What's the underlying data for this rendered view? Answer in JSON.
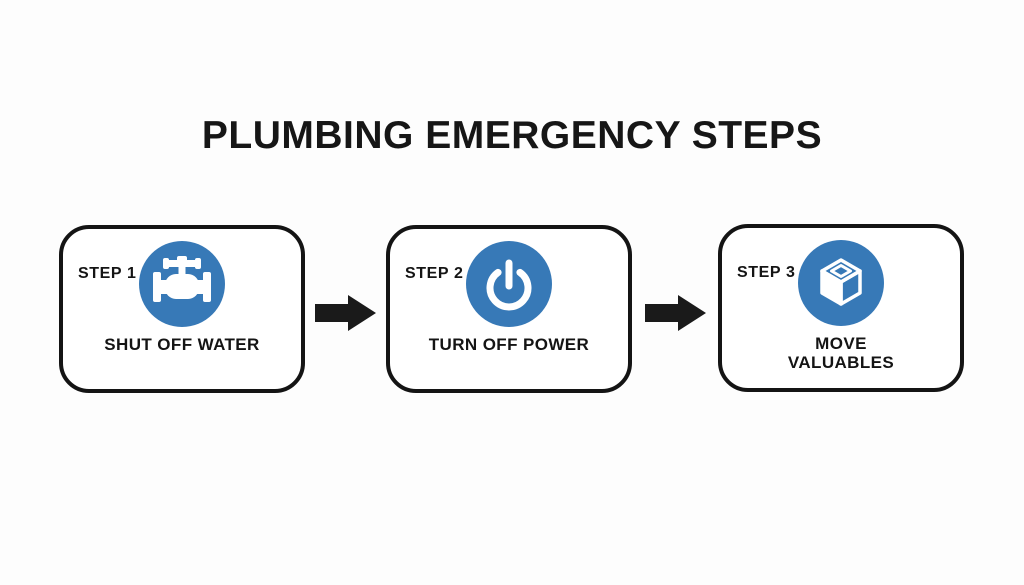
{
  "title": "PLUMBING EMERGENCY STEPS",
  "steps": [
    {
      "label": "STEP 1",
      "caption": "SHUT OFF WATER",
      "icon": "water-valve-icon"
    },
    {
      "label": "STEP 2",
      "caption": "TURN OFF POWER",
      "icon": "power-button-icon"
    },
    {
      "label": "STEP 3",
      "caption": "MOVE VALUABLES",
      "icon": "moving-box-icon"
    }
  ],
  "connectors": [
    {
      "icon": "right-arrow-icon"
    },
    {
      "icon": "right-arrow-icon"
    }
  ],
  "colors": {
    "accent_blue": "#3779b7",
    "outline_black": "#141414",
    "icon_foreground": "#ffffff",
    "background": "#fdfdfd"
  }
}
